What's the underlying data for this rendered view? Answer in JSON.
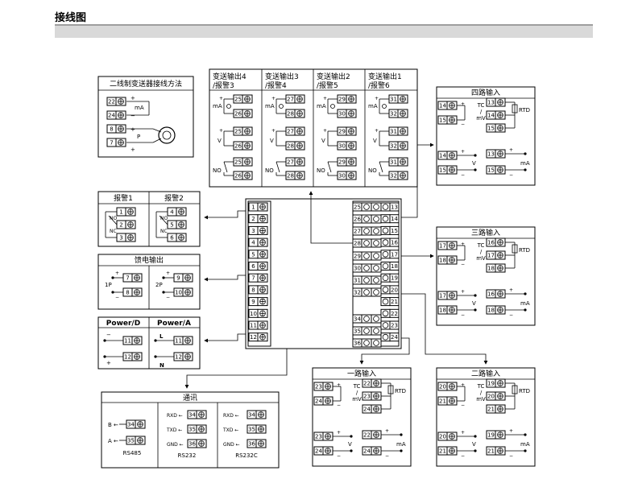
{
  "page": {
    "title": "接线图"
  },
  "two_wire": {
    "title": "二线制变送器接线方法",
    "terms": [
      "22",
      "24",
      "8",
      "7"
    ],
    "mA": "mA",
    "P": "P",
    "plus": "+",
    "minus": "−"
  },
  "transmit": {
    "cols": [
      {
        "title1": "变送输出4",
        "title2": "/报警3",
        "t": [
          "25",
          "26",
          "25",
          "26",
          "25",
          "26"
        ]
      },
      {
        "title1": "变送输出3",
        "title2": "/报警4",
        "t": [
          "27",
          "28",
          "27",
          "28",
          "27",
          "28"
        ]
      },
      {
        "title1": "变送输出2",
        "title2": "/报警5",
        "t": [
          "29",
          "30",
          "29",
          "30",
          "29",
          "30"
        ]
      },
      {
        "title1": "变送输出1",
        "title2": "/报警6",
        "t": [
          "31",
          "32",
          "31",
          "32",
          "31",
          "32"
        ]
      }
    ],
    "mA": "mA",
    "V": "V",
    "NO": "NO"
  },
  "alarm": {
    "col1": {
      "title": "报警1",
      "t": [
        "1",
        "2",
        "3"
      ]
    },
    "col2": {
      "title": "报警2",
      "t": [
        "4",
        "5",
        "6"
      ]
    },
    "NO": "NO",
    "NC": "NC"
  },
  "feed": {
    "title": "馈电输出",
    "c1": {
      "label": "1P",
      "t": [
        "7",
        "8"
      ]
    },
    "c2": {
      "label": "2P",
      "t": [
        "9",
        "10"
      ]
    }
  },
  "power": {
    "d": {
      "title": "Power/D",
      "t": [
        "11",
        "12"
      ]
    },
    "a": {
      "title": "Power/A",
      "t": [
        "11",
        "12"
      ],
      "L": "L",
      "N": "N"
    }
  },
  "comm": {
    "title": "通讯",
    "rs485": {
      "name": "RS485",
      "labels": [
        "B",
        "A"
      ],
      "t": [
        "34",
        "35"
      ]
    },
    "rs232": {
      "name": "RS232",
      "labels": [
        "RXD",
        "TXD",
        "GND"
      ],
      "t": [
        "34",
        "35",
        "36"
      ]
    },
    "rs232c": {
      "name": "RS232C",
      "labels": [
        "RXD",
        "TXD",
        "GND"
      ],
      "t": [
        "34",
        "35",
        "36"
      ]
    }
  },
  "terminal_block": {
    "left": [
      "1",
      "2",
      "3",
      "4",
      "5",
      "6",
      "7",
      "8",
      "9",
      "10",
      "11",
      "12"
    ],
    "mid": [
      "25",
      "26",
      "27",
      "28",
      "29",
      "30",
      "31",
      "32",
      "34",
      "35",
      "36"
    ],
    "right": [
      "13",
      "14",
      "15",
      "16",
      "17",
      "18",
      "19",
      "20",
      "21",
      "22",
      "23",
      "24"
    ]
  },
  "inputs": {
    "ch4": {
      "title": "四路输入",
      "a": [
        "14",
        "15"
      ],
      "b": [
        "13",
        "14",
        "15"
      ],
      "c": [
        "14",
        "15"
      ],
      "d": [
        "13",
        "15"
      ]
    },
    "ch3": {
      "title": "三路输入",
      "a": [
        "17",
        "18"
      ],
      "b": [
        "16",
        "17",
        "18"
      ],
      "c": [
        "17",
        "18"
      ],
      "d": [
        "16",
        "18"
      ]
    },
    "ch1": {
      "title": "一路输入",
      "a": [
        "23",
        "24"
      ],
      "b": [
        "22",
        "23",
        "24"
      ],
      "c": [
        "23",
        "24"
      ],
      "d": [
        "22",
        "24"
      ]
    },
    "ch2": {
      "title": "二路输入",
      "a": [
        "20",
        "21"
      ],
      "b": [
        "19",
        "20",
        "21"
      ],
      "c": [
        "20",
        "21"
      ],
      "d": [
        "19",
        "21"
      ]
    },
    "TC": "TC",
    "mV": "mV",
    "RTD": "RTD",
    "V": "V",
    "mA": "mA"
  }
}
